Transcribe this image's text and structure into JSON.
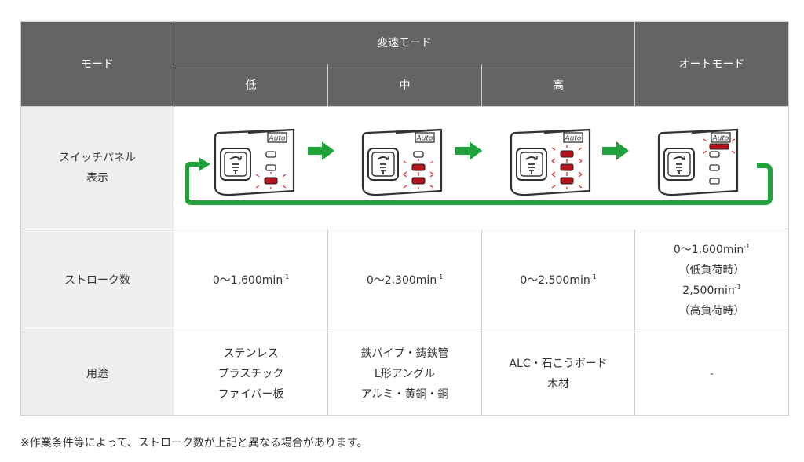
{
  "header": {
    "mode": "モード",
    "variable_mode": "変速モード",
    "low": "低",
    "mid": "中",
    "high": "高",
    "auto_mode": "オートモード"
  },
  "switch_panel": {
    "label_line1": "スイッチパネル",
    "label_line2": "表示",
    "auto_label": "Auto",
    "panels": [
      {
        "mode": "低",
        "lit_leds": 1
      },
      {
        "mode": "中",
        "lit_leds": 2
      },
      {
        "mode": "高",
        "lit_leds": 3
      },
      {
        "mode": "オートモード",
        "auto_lit": true
      }
    ],
    "arrow_color": "#1fa23a",
    "led_color": "#b3121a",
    "glow_color": "#e8343a"
  },
  "stroke_row": {
    "label": "ストローク数",
    "low": {
      "value": "0〜1,600min",
      "sup": "-1"
    },
    "mid": {
      "value": "0〜2,300min",
      "sup": "-1"
    },
    "high": {
      "value": "0〜2,500min",
      "sup": "-1"
    },
    "auto": {
      "value1": "0〜1,600min",
      "sup1": "-1",
      "note1": "（低負荷時）",
      "value2": "2,500min",
      "sup2": "-1",
      "note2": "（高負荷時）"
    }
  },
  "use_row": {
    "label": "用途",
    "low": [
      "ステンレス",
      "プラスチック",
      "ファイバー板"
    ],
    "mid": [
      "鉄パイプ・鋳鉄管",
      "L形アングル",
      "アルミ・黄銅・銅"
    ],
    "high": [
      "ALC・石こうボード",
      "木材"
    ],
    "auto": "-"
  },
  "footnote": "※作業条件等によって、ストローク数が上記と異なる場合があります。",
  "colors": {
    "header_bg": "#646464",
    "row_head_bg": "#efefef",
    "border": "#cfcfcf"
  }
}
